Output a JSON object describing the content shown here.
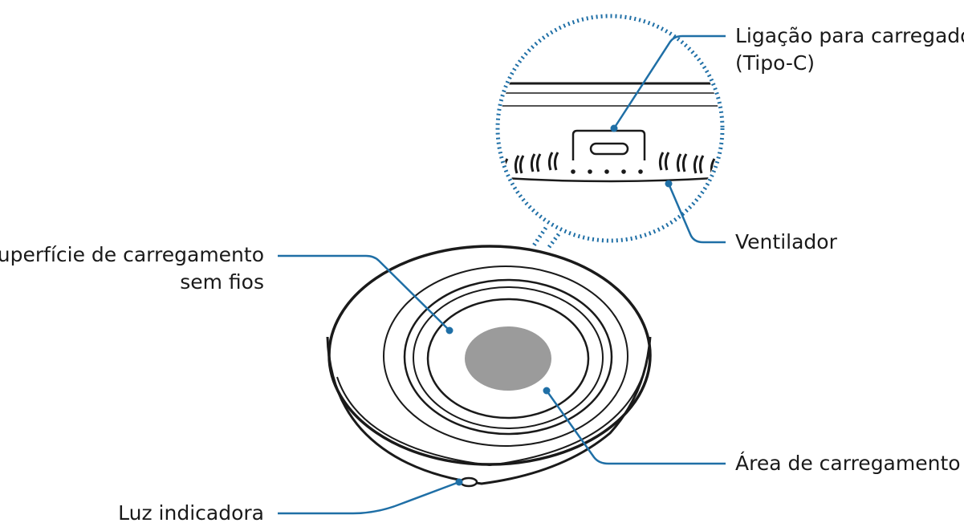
{
  "labels": {
    "connector": [
      "Ligação para carregador",
      "(Tipo-C)"
    ],
    "fan": "Ventilador",
    "surface": [
      "Superfície de carregamento",
      "sem fios"
    ],
    "charging_area": "Área de carregamento",
    "indicator": "Luz indicadora"
  },
  "colors": {
    "callout": "#1f6fa6",
    "outline": "#1a1a1a",
    "charging_area_fill": "#9b9b9b",
    "background": "#ffffff"
  }
}
